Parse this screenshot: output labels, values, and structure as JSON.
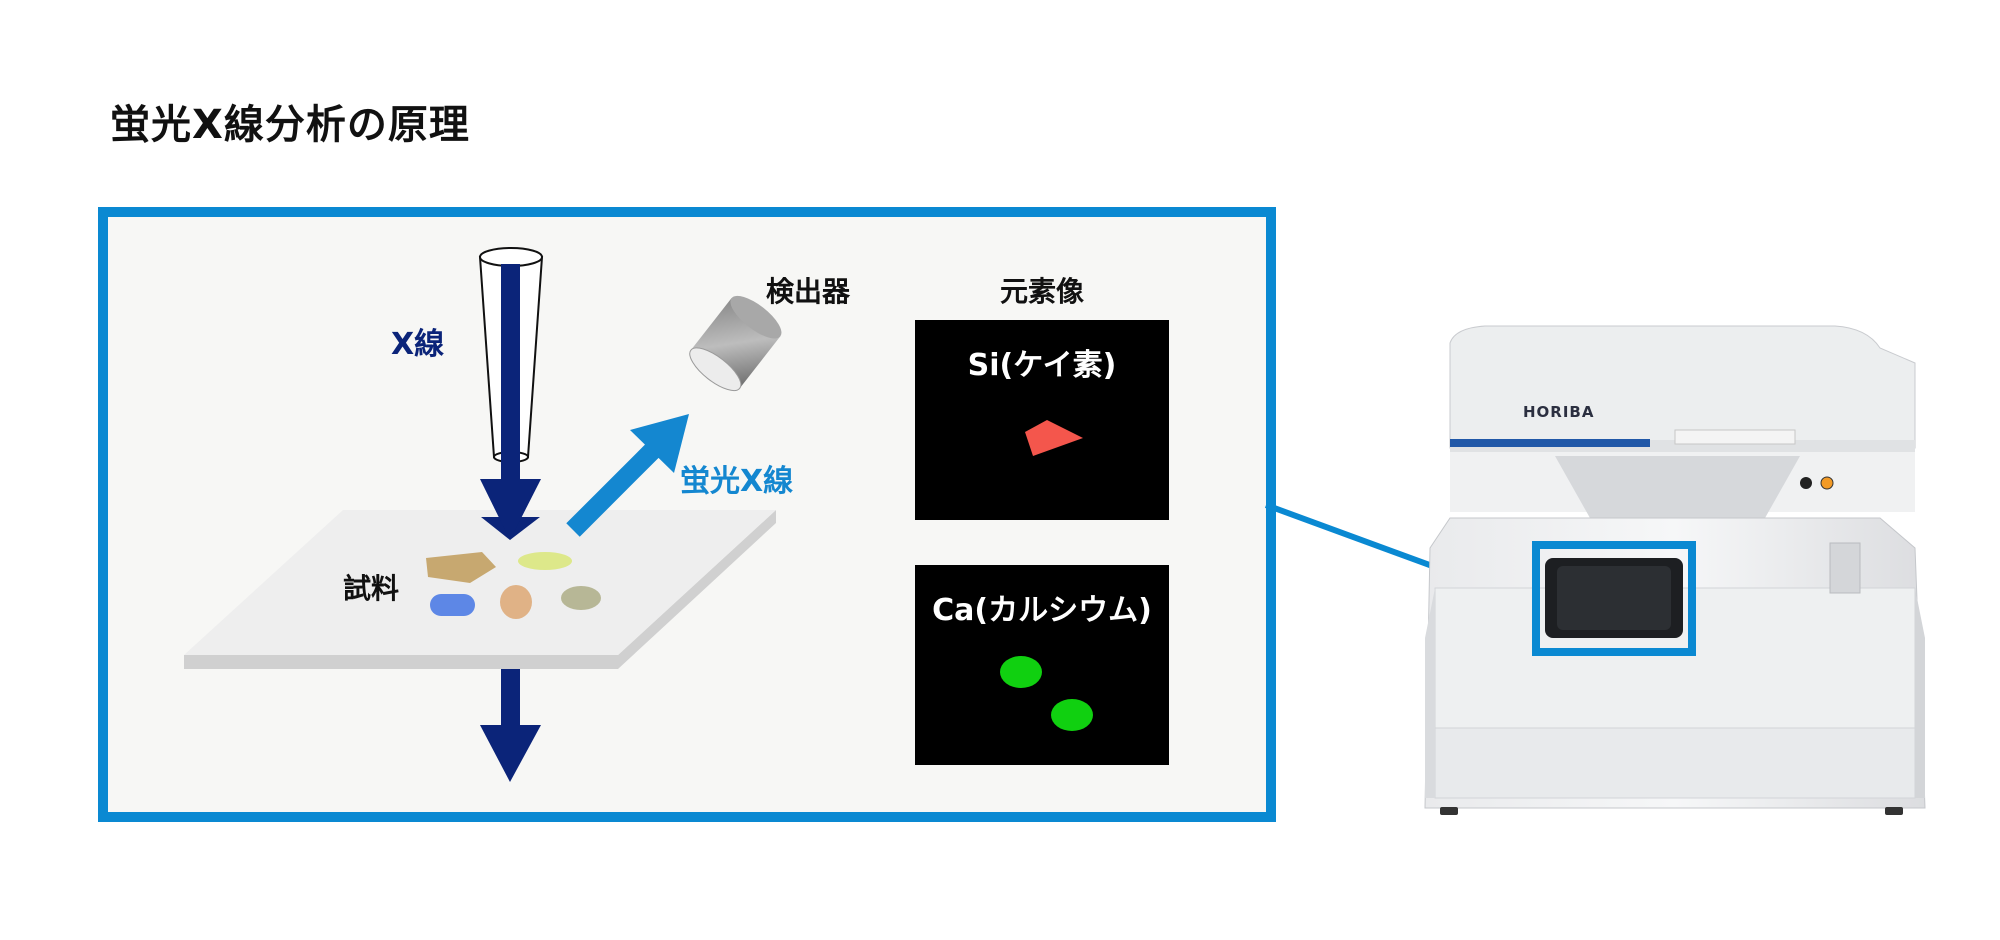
{
  "title": "蛍光X線分析の原理",
  "labels": {
    "xray": "X線",
    "fluorescent_xray": "蛍光X線",
    "detector": "検出器",
    "sample": "試料",
    "element_image": "元素像"
  },
  "element_maps": [
    {
      "label": "Si(ケイ素)",
      "color": "#f4564c"
    },
    {
      "label": "Ca(カルシウム)",
      "color": "#10d010"
    }
  ],
  "instrument": {
    "brand": "HORIBA"
  },
  "colors": {
    "frame_blue": "#0a89d2",
    "xray_navy": "#0b2479",
    "fluor_blue": "#1487d0",
    "map_background": "#000000"
  }
}
